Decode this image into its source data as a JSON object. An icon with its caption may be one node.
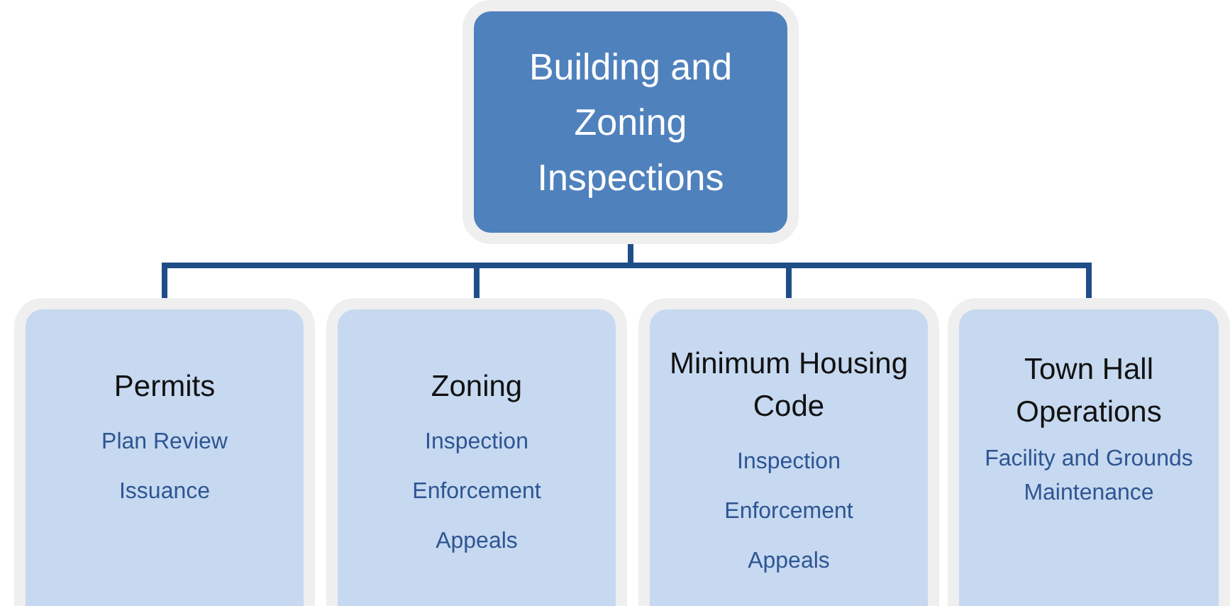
{
  "diagram": {
    "nodes": [
      {
        "text": [
          "Building and Zoning Inspections"
        ]
      },
      {
        "text": [
          "Permits",
          "Plan Review",
          "Issuance"
        ]
      },
      {
        "text": [
          "Zoning",
          "Inspection",
          "Enforcement",
          "Appeals"
        ]
      },
      {
        "text": [
          "Minimum Housing Code",
          "Inspection",
          "Enforcement",
          "Appeals"
        ]
      },
      {
        "text": [
          "Town Hall Operations",
          "Facility and Grounds Maintenance"
        ]
      }
    ],
    "edges": [
      {
        "from": 0,
        "to": 1,
        "arrow": "none"
      },
      {
        "from": 0,
        "to": 2,
        "arrow": "none"
      },
      {
        "from": 0,
        "to": 3,
        "arrow": "none"
      },
      {
        "from": 0,
        "to": 4,
        "arrow": "none"
      }
    ]
  }
}
